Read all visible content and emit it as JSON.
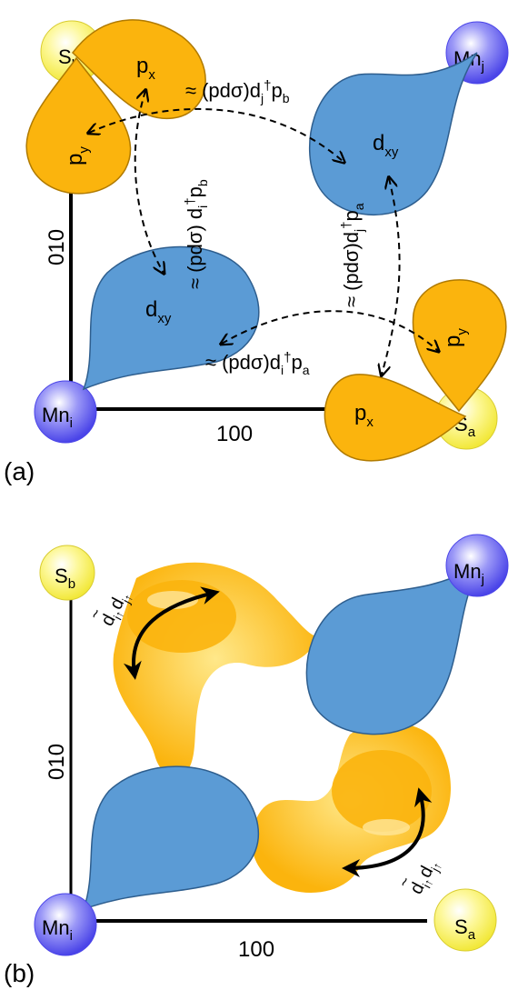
{
  "panel_a": {
    "tag": "(a)",
    "atoms": {
      "mn_i": {
        "base": "Mn",
        "sub": "i"
      },
      "mn_j": {
        "base": "Mn",
        "sub": "j"
      },
      "s_a": {
        "base": "S",
        "sub": "a"
      },
      "s_b": {
        "base": "S",
        "sub": "b"
      }
    },
    "axes": {
      "horizontal": "100",
      "vertical": "010"
    },
    "orbitals": {
      "d_xy_i": {
        "base": "d",
        "sub": "xy"
      },
      "d_xy_j": {
        "base": "d",
        "sub": "xy"
      },
      "p_x_b": {
        "base": "p",
        "sub": "x"
      },
      "p_y_b": {
        "base": "p",
        "sub": "y"
      },
      "p_x_a": {
        "base": "p",
        "sub": "x"
      },
      "p_y_a": {
        "base": "p",
        "sub": "y"
      }
    },
    "hoppings": {
      "top": {
        "approx": "≈",
        "pre": "(pdσ)d",
        "i": "j",
        "dag": "†",
        "p": "p",
        "ps": "b"
      },
      "left": {
        "approx": "≈",
        "pre": "(pdσ) d",
        "i": "i",
        "dag": "†",
        "p": "p",
        "ps": "b"
      },
      "right": {
        "approx": "≈",
        "pre": "(pdσ)d",
        "i": "j",
        "dag": "†",
        "p": "p",
        "ps": "a"
      },
      "bottom": {
        "approx": "≈",
        "pre": "(pdσ)d",
        "i": "i",
        "dag": "†",
        "p": "p",
        "ps": "a"
      }
    }
  },
  "panel_b": {
    "tag": "(b)",
    "atoms": {
      "mn_i": {
        "base": "Mn",
        "sub": "i"
      },
      "mn_j": {
        "base": "Mn",
        "sub": "j"
      },
      "s_a": {
        "base": "S",
        "sub": "a"
      },
      "s_b": {
        "base": "S",
        "sub": "b"
      }
    },
    "axes": {
      "horizontal": "100",
      "vertical": "010"
    },
    "exchange_label": {
      "tilde": "~",
      "d": "d",
      "i_up": "i↑",
      "j_up": "j↑"
    }
  },
  "colors": {
    "orbital_orange": "#FBB40D",
    "orbital_blue": "#5B9BD5",
    "mn_atom": "#6F6BF0",
    "s_atom": "#FAF36A"
  }
}
